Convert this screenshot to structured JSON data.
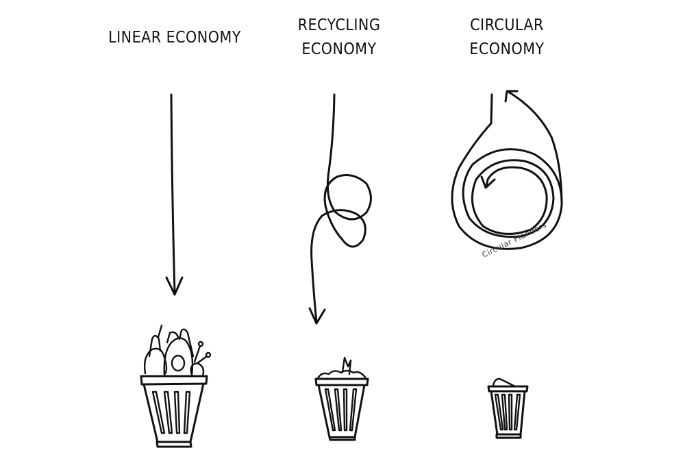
{
  "columns": [
    {
      "title_lines": [
        "LINEAR ECONOMY"
      ],
      "bin_fill": "overflowing"
    },
    {
      "title_lines": [
        "RECYCLING",
        "ECONOMY"
      ],
      "bin_fill": "medium"
    },
    {
      "title_lines": [
        "CIRCULAR",
        "ECONOMY"
      ],
      "bin_fill": "minimal"
    }
  ],
  "watermark": "Circular Flanders",
  "colors": {
    "ink": "#111111",
    "background": "#ffffff"
  }
}
